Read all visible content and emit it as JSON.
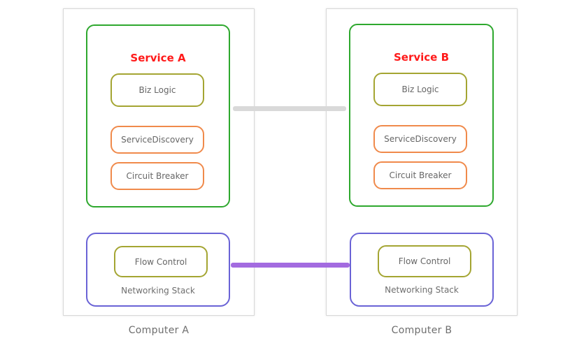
{
  "computers": [
    {
      "label": "Computer A",
      "service": {
        "title": "Service A",
        "components": [
          "Biz Logic",
          "ServiceDiscovery",
          "Circuit Breaker"
        ]
      },
      "networking": {
        "label": "Networking Stack",
        "component": "Flow Control"
      }
    },
    {
      "label": "Computer B",
      "service": {
        "title": "Service B",
        "components": [
          "Biz Logic",
          "ServiceDiscovery",
          "Circuit Breaker"
        ]
      },
      "networking": {
        "label": "Networking Stack",
        "component": "Flow Control"
      }
    }
  ],
  "colors": {
    "service_border": "#2ea82e",
    "service_title": "#ff1a1a",
    "biz_logic_border": "#a4a532",
    "infra_border": "#f08a4b",
    "networking_border": "#6a63d6",
    "service_link": "#d9d9d9",
    "network_link": "#a36be0"
  }
}
